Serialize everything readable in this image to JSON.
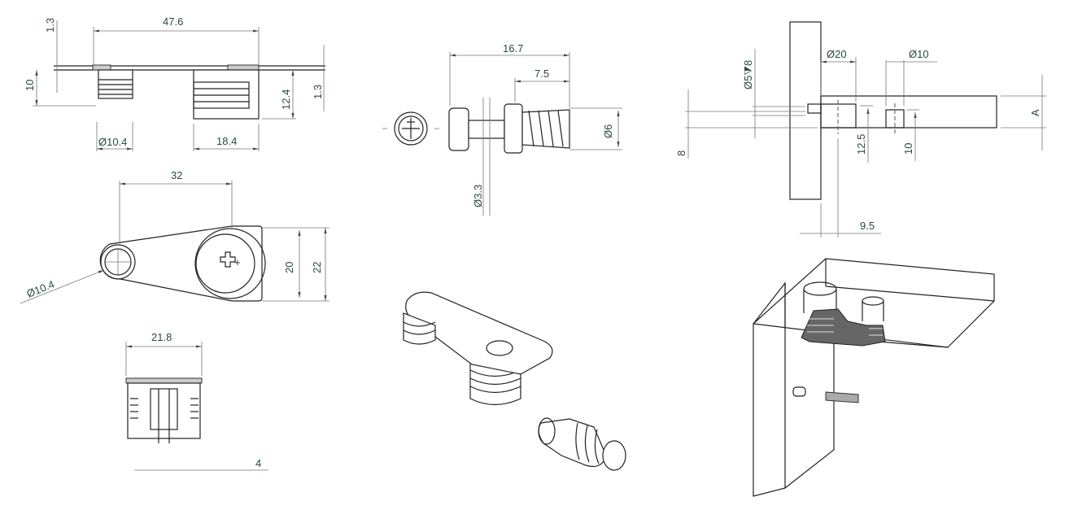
{
  "dimensions": {
    "front_view": {
      "plate_thickness": "1.3",
      "overall_length": "47.6",
      "dowel_height": "10",
      "cam_height": "12.4",
      "plate_thickness_right": "1.3",
      "dowel_diameter": "Ø10.4",
      "cam_width": "18.4"
    },
    "top_view": {
      "center_distance": "32",
      "dowel_diameter": "Ø10.4",
      "cam_inner_height": "20",
      "cam_outer_height": "22"
    },
    "section_view": {
      "width": "21.8",
      "slot": "4"
    },
    "bolt_view": {
      "overall_length": "16.7",
      "thread_length": "7.5",
      "thread_diameter": "Ø6",
      "shank_diameter": "Ø3.3"
    },
    "installation_view": {
      "cam_hole_diameter": "Ø20",
      "dowel_hole_diameter": "Ø10",
      "bolt_hole": "Ø5⧩8",
      "bolt_offset": "8",
      "cam_depth": "12.5",
      "dowel_depth": "10",
      "board_thickness": "A",
      "cam_edge_distance": "9.5"
    }
  },
  "colors": {
    "line": "#222222",
    "dimension_text": "#2a4a3a"
  }
}
